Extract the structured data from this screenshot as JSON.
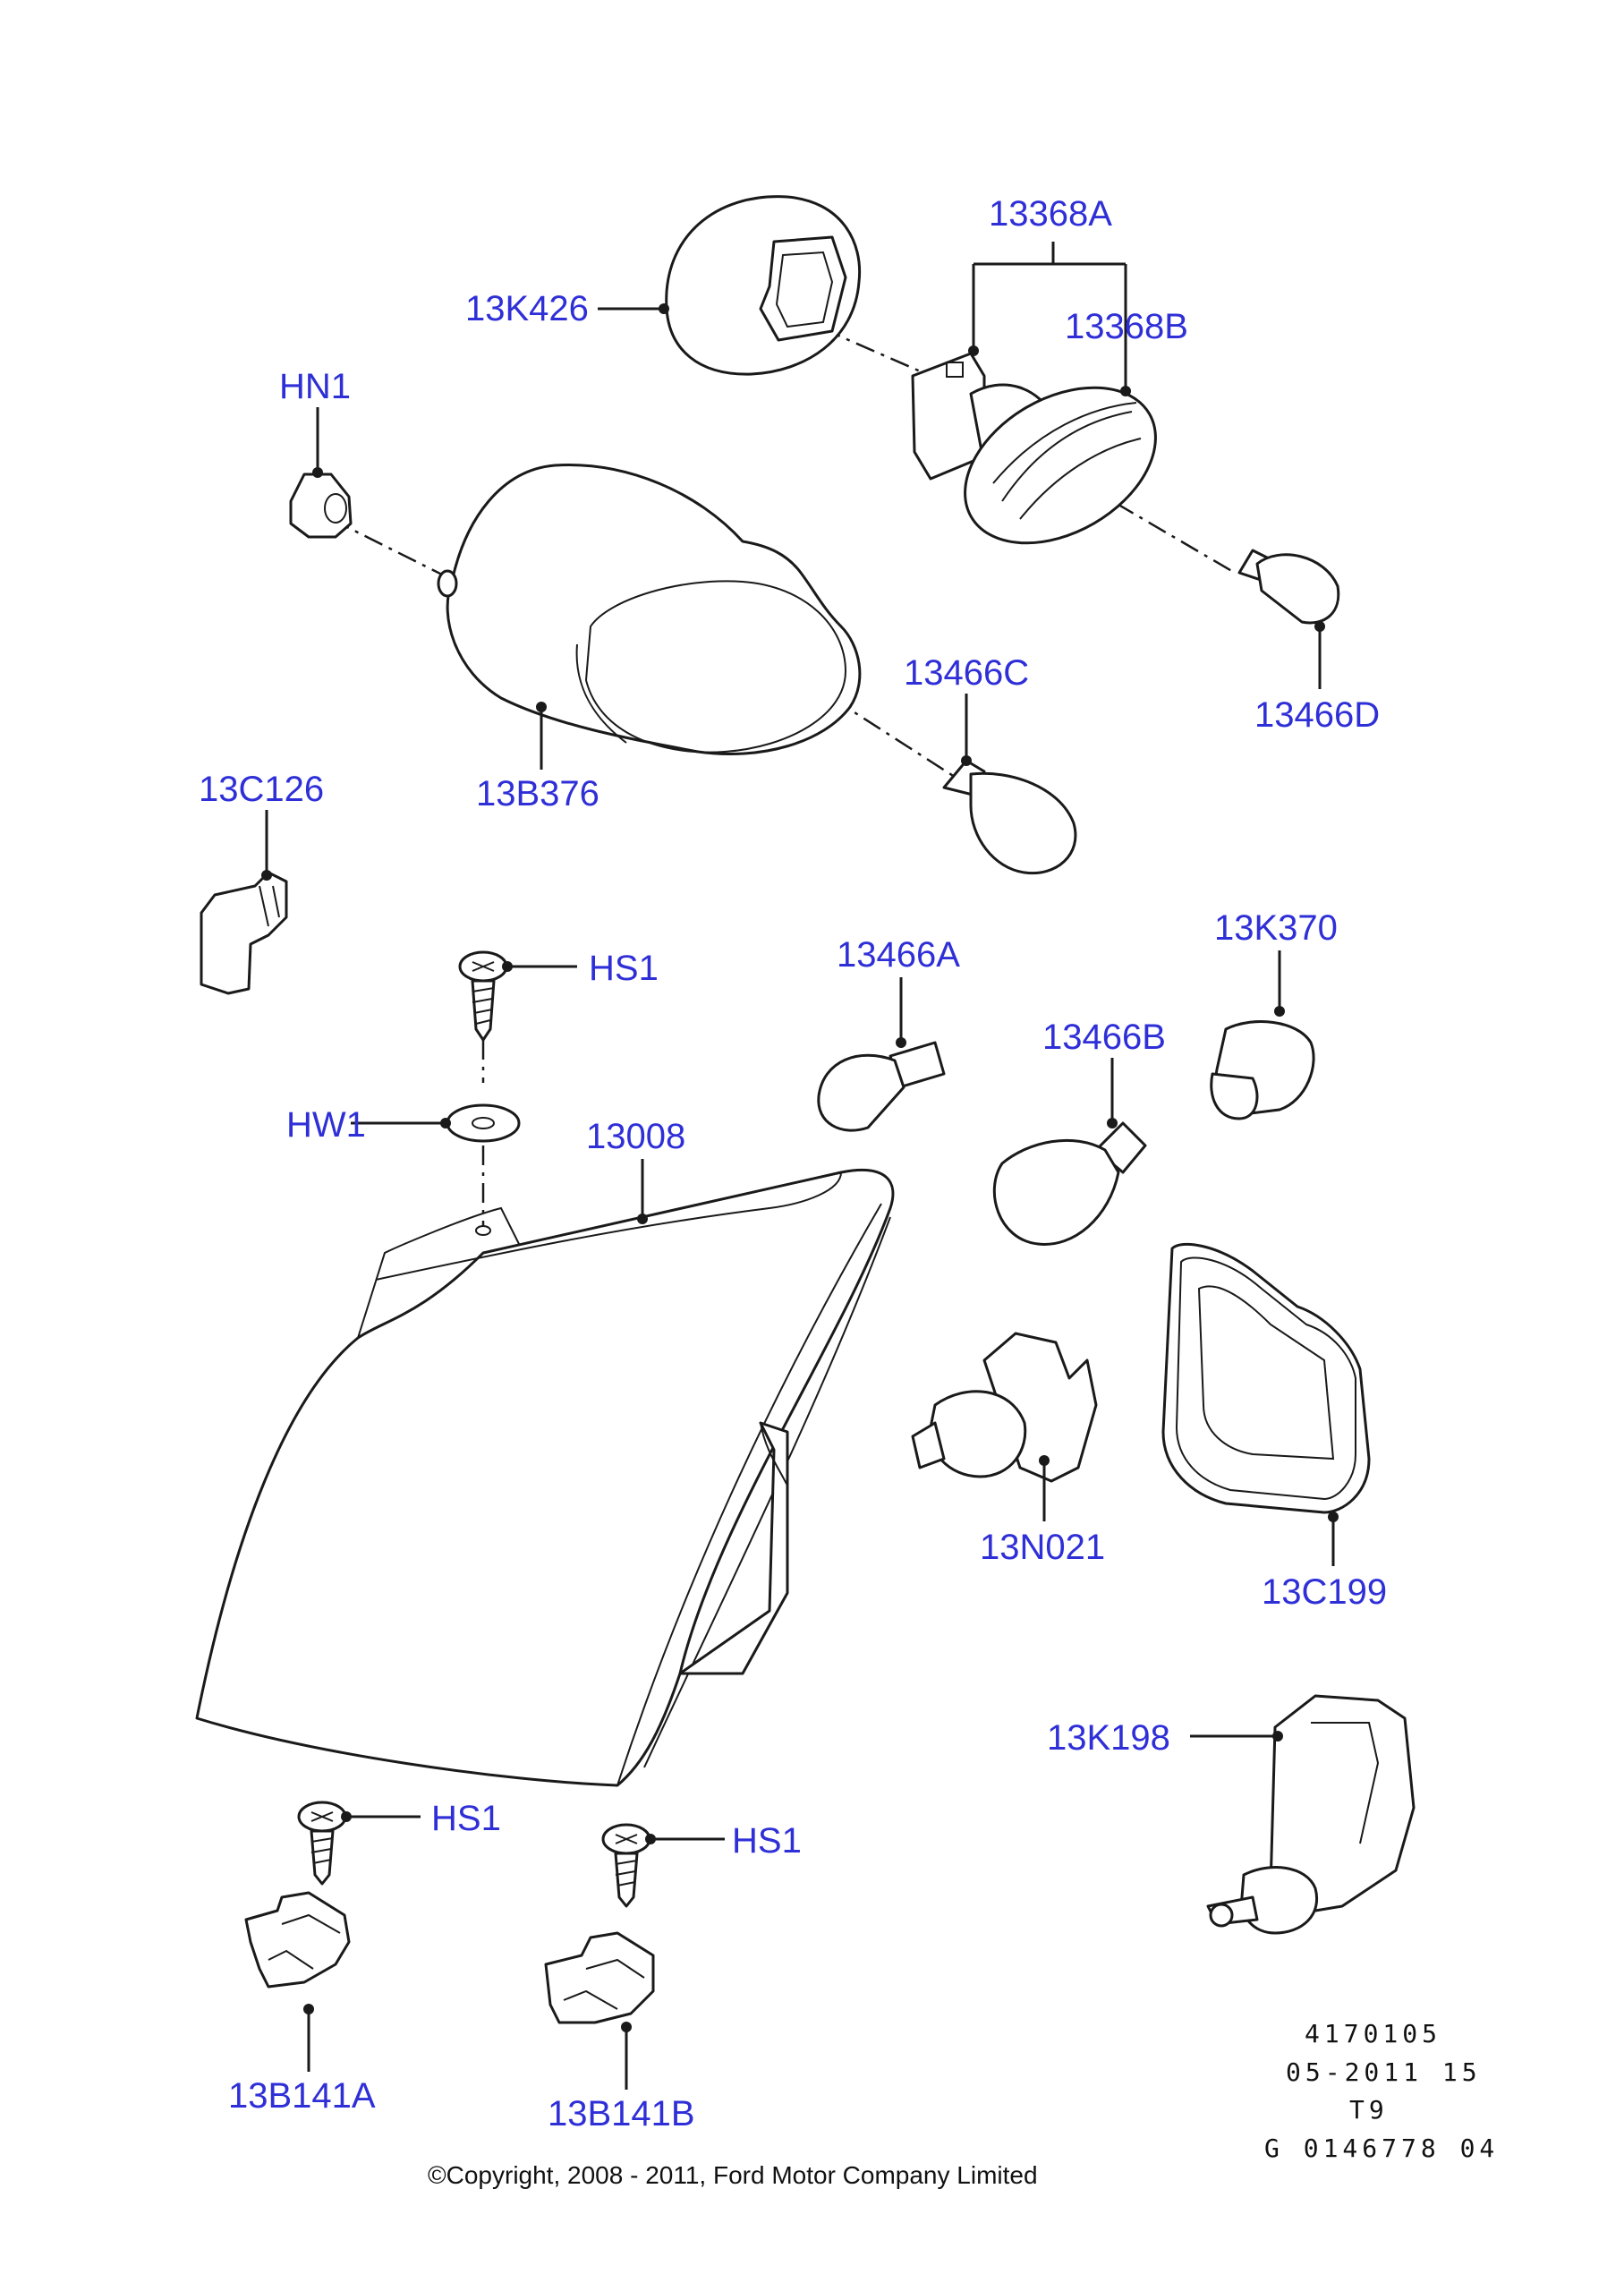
{
  "labels": {
    "l_13368A": "13368A",
    "l_13K426": "13K426",
    "l_13368B": "13368B",
    "l_HN1": "HN1",
    "l_13466C": "13466C",
    "l_13466D": "13466D",
    "l_13C126": "13C126",
    "l_13B376": "13B376",
    "l_13K370": "13K370",
    "l_13466A": "13466A",
    "l_HS1_top": "HS1",
    "l_13466B": "13466B",
    "l_HW1": "HW1",
    "l_13008": "13008",
    "l_13N021": "13N021",
    "l_13C199": "13C199",
    "l_13K198": "13K198",
    "l_HS1_left": "HS1",
    "l_HS1_right": "HS1",
    "l_13B141A": "13B141A",
    "l_13B141B": "13B141B"
  },
  "meta": {
    "line1": "4170105",
    "line2": "05-2011 15",
    "line3": "T9",
    "line4": "G 0146778 04"
  },
  "copyright": "©Copyright, 2008 - 2011, Ford Motor Company Limited",
  "colors": {
    "label": "#2f2fd8",
    "line": "#1a1a1a",
    "background": "#ffffff"
  }
}
